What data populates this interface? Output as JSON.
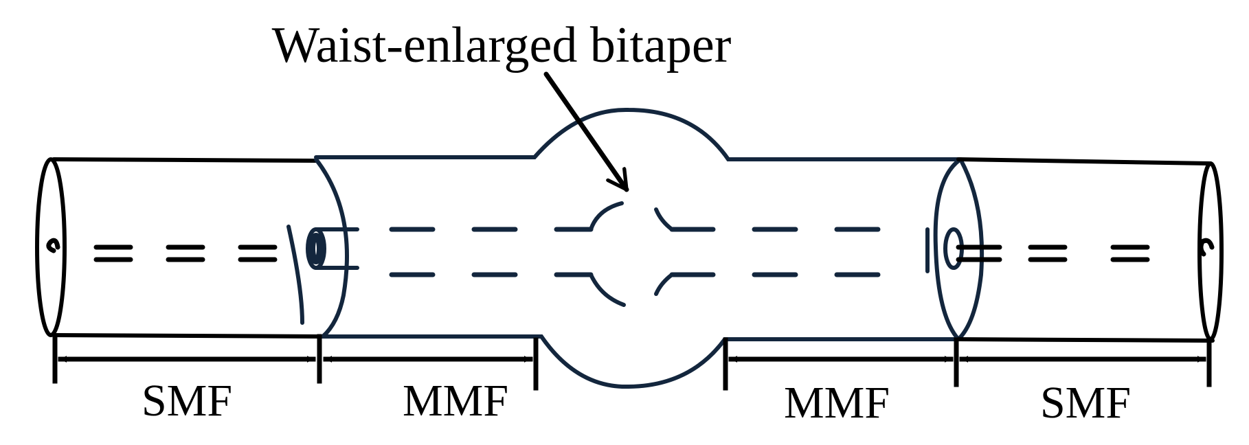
{
  "title": "Waist-enlarged bitaper",
  "segments": [
    {
      "label": "SMF"
    },
    {
      "label": "MMF"
    },
    {
      "label": "MMF"
    },
    {
      "label": "SMF"
    }
  ],
  "colors": {
    "smf_outline": "#000000",
    "mmf_outline": "#13263d",
    "text": "#000000"
  }
}
